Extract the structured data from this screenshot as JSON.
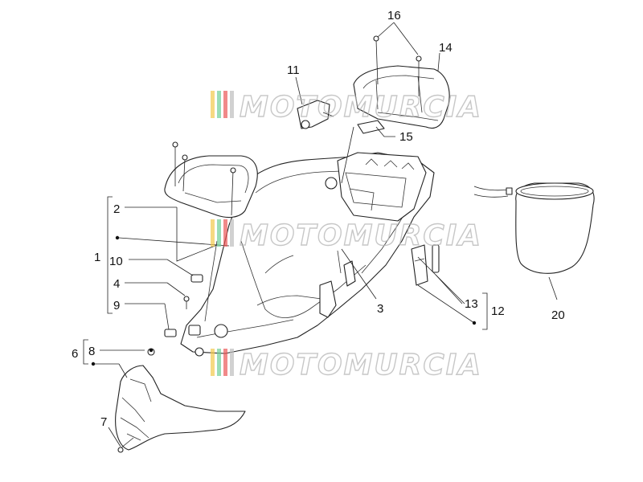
{
  "diagram": {
    "callouts": {
      "c1": "1",
      "c2": "2",
      "c3": "3",
      "c4": "4",
      "c6": "6",
      "c7": "7",
      "c8": "8",
      "c9": "9",
      "c10": "10",
      "c11": "11",
      "c12": "12",
      "c13": "13",
      "c14": "14",
      "c15": "15",
      "c16": "16",
      "c20": "20"
    },
    "watermark": {
      "text": "MOTOMURCIA",
      "colors": [
        "#f2c94c",
        "#6fcf97",
        "#eb5757",
        "#bdbdbd"
      ]
    }
  }
}
